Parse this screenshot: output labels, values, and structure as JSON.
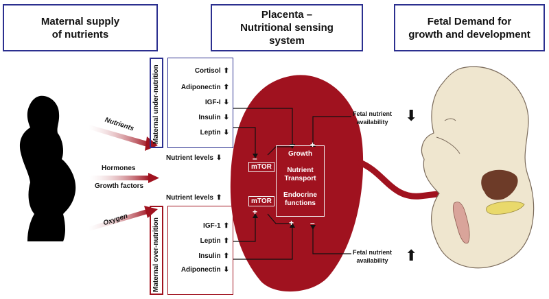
{
  "headers": {
    "maternal": [
      "Maternal supply",
      "of nutrients"
    ],
    "placenta": [
      "Placenta –",
      "Nutritional sensing",
      "system"
    ],
    "fetal": [
      "Fetal Demand for",
      "growth and development"
    ]
  },
  "maternal_inputs": {
    "nutrients": "Nutrients",
    "hormones": "Hormones",
    "growth_factors": "Growth factors",
    "oxygen": "Oxygen"
  },
  "under_nutrition": {
    "title": "Maternal under-nutrition",
    "hormones": [
      {
        "label": "Cortisol",
        "arrow": "⬆"
      },
      {
        "label": "Adiponectin",
        "arrow": "⬆"
      },
      {
        "label": "IGF-I",
        "arrow": "⬇"
      },
      {
        "label": "Insulin",
        "arrow": "⬇"
      },
      {
        "label": "Leptin",
        "arrow": "⬇"
      }
    ],
    "nutrient_levels": "Nutrient levels",
    "nutrient_arrow": "⬇"
  },
  "over_nutrition": {
    "title": "Maternal over-nutrition",
    "hormones": [
      {
        "label": "IGF-1",
        "arrow": "⬆"
      },
      {
        "label": "Leptin",
        "arrow": "⬆"
      },
      {
        "label": "Insulin",
        "arrow": "⬆"
      },
      {
        "label": "Adiponectin",
        "arrow": "⬇"
      }
    ],
    "nutrient_levels": "Nutrient levels",
    "nutrient_arrow": "⬆"
  },
  "placenta": {
    "mtor_top": "mTOR",
    "mtor_bottom": "mTOR",
    "functions": [
      "Growth",
      "Nutrient Transport",
      "Endocrine functions"
    ],
    "signs": {
      "minus": "–",
      "plus": "+"
    }
  },
  "fetal": {
    "availability_top": [
      "Fetal nutrient",
      "availability"
    ],
    "availability_top_arrow": "⬇",
    "availability_bottom": [
      "Fetal nutrient",
      "availability"
    ],
    "availability_bottom_arrow": "⬆"
  },
  "colors": {
    "placenta": "#a0121f",
    "box_border_blue": "#2b2f8f",
    "box_border_red": "#a0121f",
    "fetus_skin": "#efe6cf"
  }
}
